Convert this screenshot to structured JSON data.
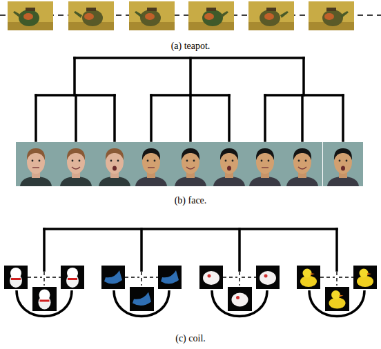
{
  "diagram": {
    "labels": [
      "(a) teapot.",
      "(b) face.",
      "(c) coil."
    ]
  }
}
